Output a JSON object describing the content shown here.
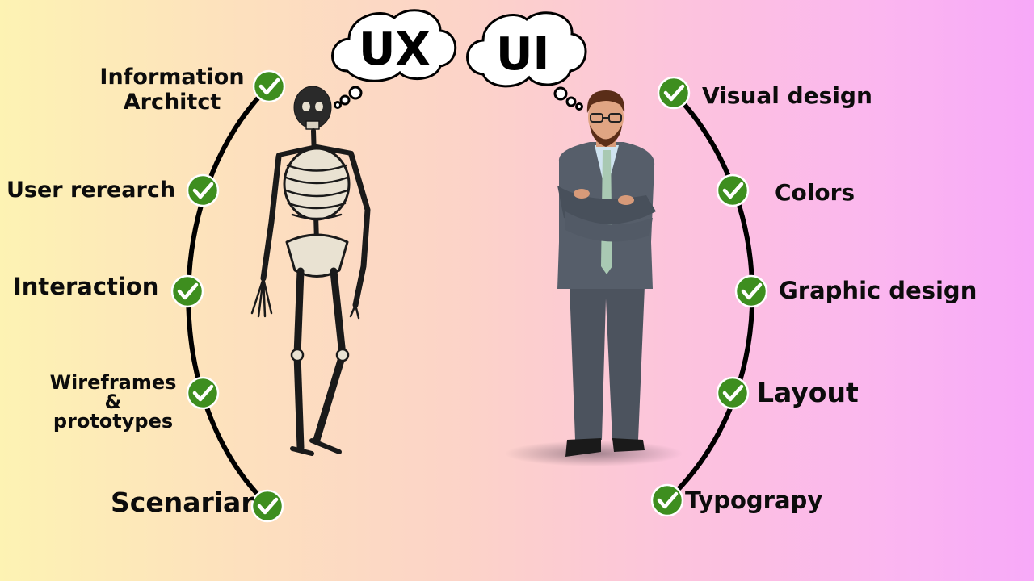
{
  "ux": {
    "heading": "UX",
    "items": [
      {
        "label": "Information Architct",
        "line1": "Information",
        "line2": "Architct"
      },
      {
        "label": "User rerearch"
      },
      {
        "label": "Interaction"
      },
      {
        "label": "Wireframes & prototypes",
        "line1": "Wireframes",
        "line2": "&",
        "line3": "prototypes"
      },
      {
        "label": "Scenariar"
      }
    ]
  },
  "ui": {
    "heading": "UI",
    "items": [
      {
        "label": "Visual design"
      },
      {
        "label": "Colors"
      },
      {
        "label": "Graphic design"
      },
      {
        "label": "Layout"
      },
      {
        "label": "Typograpy"
      }
    ]
  },
  "colors": {
    "check_fill": "#3e8e1f",
    "arc_stroke": "#000000",
    "text": "#0c0c0c"
  },
  "icons": [
    "checkmark-icon",
    "thought-cloud-icon",
    "skeleton-illustration",
    "businessman-illustration"
  ]
}
